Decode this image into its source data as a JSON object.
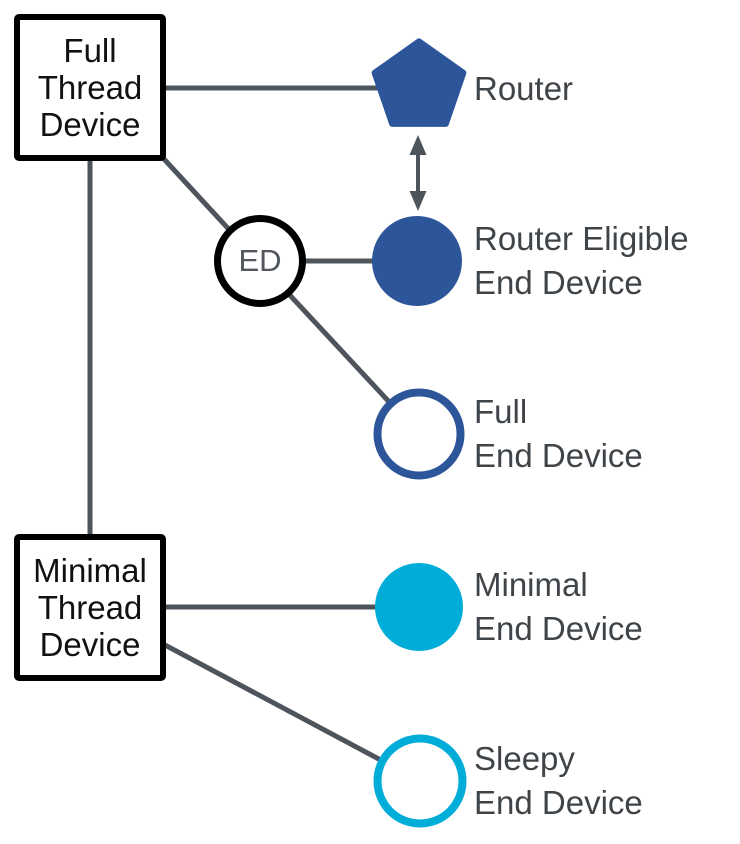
{
  "colors": {
    "background": "#ffffff",
    "node_dark_blue": "#2d5599",
    "node_cyan": "#00add8",
    "connector": "#4e545b",
    "label_text": "#3f4449",
    "box_text": "#111111",
    "box_border": "#000000",
    "ed_text": "#51575d"
  },
  "boxes": {
    "full_thread_device": {
      "lines": [
        "Full",
        "Thread",
        "Device"
      ]
    },
    "minimal_thread_device": {
      "lines": [
        "Minimal",
        "Thread",
        "Device"
      ]
    }
  },
  "junction": {
    "label": "ED"
  },
  "devices": {
    "router": {
      "label": "Router",
      "icon": "pentagon-icon"
    },
    "router_eligible_end_device": {
      "label_lines": [
        "Router Eligible",
        "End Device"
      ],
      "icon": "filled-circle-icon"
    },
    "full_end_device": {
      "label_lines": [
        "Full",
        "End Device"
      ],
      "icon": "outlined-circle-icon"
    },
    "minimal_end_device": {
      "label_lines": [
        "Minimal",
        "End Device"
      ],
      "icon": "filled-circle-icon"
    },
    "sleepy_end_device": {
      "label_lines": [
        "Sleepy",
        "End Device"
      ],
      "icon": "outlined-circle-icon"
    }
  },
  "edges": [
    {
      "from": "full-thread-device",
      "to": "router",
      "style": "line"
    },
    {
      "from": "full-thread-device",
      "to": "minimal-thread-device",
      "style": "line"
    },
    {
      "from": "full-thread-device",
      "to": "ed-junction",
      "style": "line"
    },
    {
      "from": "ed-junction",
      "to": "router-eligible-end-device",
      "style": "line"
    },
    {
      "from": "ed-junction",
      "to": "full-end-device",
      "style": "line"
    },
    {
      "from": "router",
      "to": "router-eligible-end-device",
      "style": "double-arrow"
    },
    {
      "from": "minimal-thread-device",
      "to": "minimal-end-device",
      "style": "line"
    },
    {
      "from": "minimal-thread-device",
      "to": "sleepy-end-device",
      "style": "line"
    }
  ]
}
